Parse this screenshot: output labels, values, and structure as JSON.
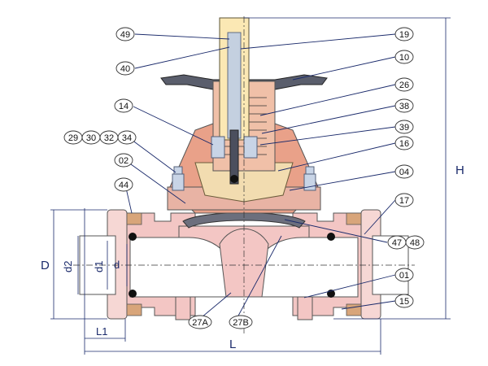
{
  "diagram": {
    "part_labels": {
      "p49": "49",
      "p40": "40",
      "p14": "14",
      "p29": "29",
      "p30": "30",
      "p32": "32",
      "p34": "34",
      "p02": "02",
      "p44": "44",
      "p19": "19",
      "p10": "10",
      "p26": "26",
      "p38": "38",
      "p39": "39",
      "p16": "16",
      "p04": "04",
      "p17": "17",
      "p4748": "47",
      "p4748b": "48",
      "p01": "01",
      "p15": "15",
      "p27A": "27A",
      "p27B": "27B"
    },
    "dimension_labels": {
      "D": "D",
      "d2": "d2",
      "d1": "d1",
      "d": "d",
      "H": "H",
      "L": "L",
      "L1": "L1"
    }
  }
}
